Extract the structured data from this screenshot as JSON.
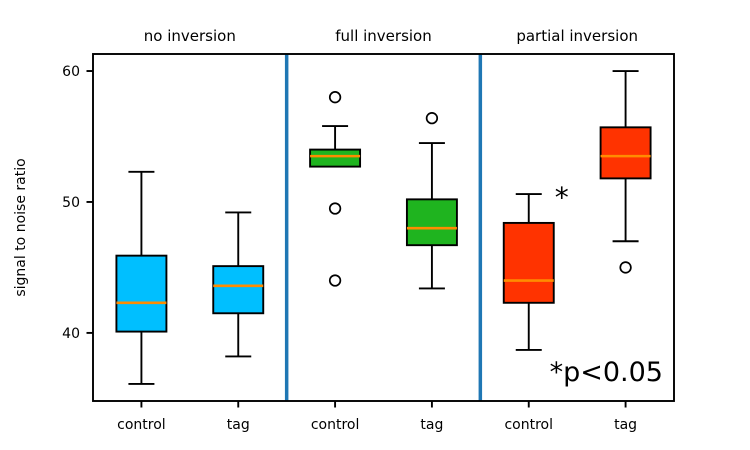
{
  "chart_data": {
    "type": "boxplot",
    "title": "",
    "ylabel": "signal to noise ratio",
    "xlabel": "",
    "ylim": [
      34.8,
      61.3
    ],
    "yticks": [
      40,
      50,
      60
    ],
    "x_categories": [
      "control",
      "tag"
    ],
    "grid": false,
    "median_color": "#FF8C00",
    "separator_color": "#1F77B4",
    "frame_color": "#000000",
    "note": "*p<0.05",
    "panels": [
      {
        "title": "no inversion",
        "color": "#00BFFF",
        "boxes": [
          {
            "label": "control",
            "whislo": 36.1,
            "q1": 40.1,
            "med": 42.3,
            "q3": 45.9,
            "whishi": 52.3,
            "fliers": []
          },
          {
            "label": "tag",
            "whislo": 38.2,
            "q1": 41.5,
            "med": 43.6,
            "q3": 45.1,
            "whishi": 49.2,
            "fliers": []
          }
        ]
      },
      {
        "title": "full inversion",
        "color": "#1FB41F",
        "boxes": [
          {
            "label": "control",
            "whislo": 52.7,
            "q1": 52.7,
            "med": 53.5,
            "q3": 54.0,
            "whishi": 55.8,
            "fliers": [
              58.0,
              49.5,
              44.0
            ]
          },
          {
            "label": "tag",
            "whislo": 43.4,
            "q1": 46.7,
            "med": 48.0,
            "q3": 50.2,
            "whishi": 54.5,
            "fliers": [
              56.4
            ]
          }
        ]
      },
      {
        "title": "partial inversion",
        "color": "#FF3300",
        "boxes": [
          {
            "label": "control",
            "whislo": 38.7,
            "q1": 42.3,
            "med": 44.0,
            "q3": 48.4,
            "whishi": 50.6,
            "fliers": [],
            "annotation": "*"
          },
          {
            "label": "tag",
            "whislo": 47.0,
            "q1": 51.8,
            "med": 53.5,
            "q3": 55.7,
            "whishi": 60.0,
            "fliers": [
              45.0
            ]
          }
        ]
      }
    ]
  }
}
